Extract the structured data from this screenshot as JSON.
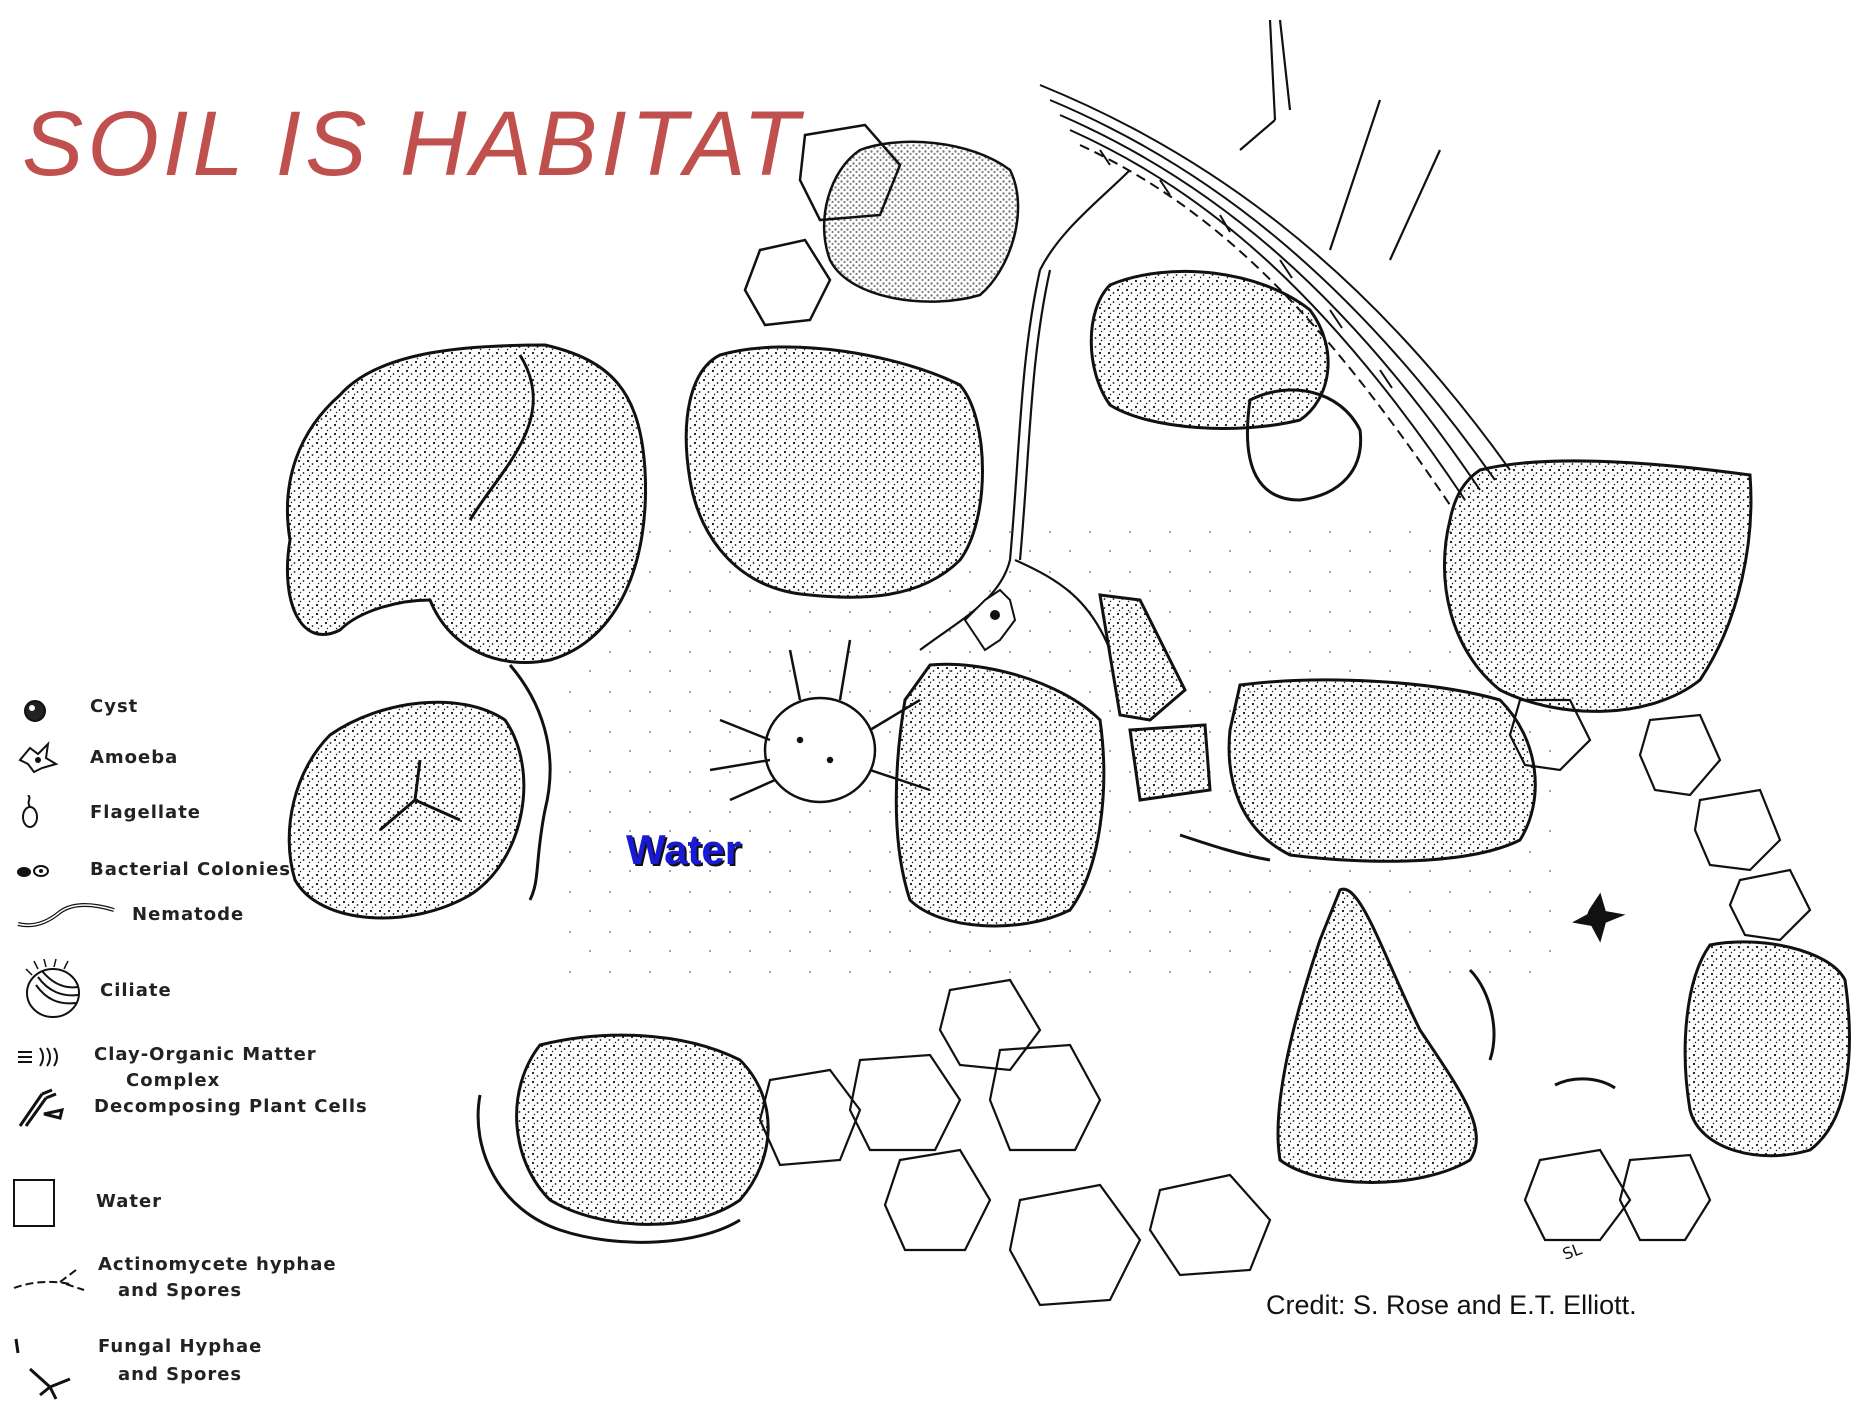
{
  "title": "SOIL IS HABITAT",
  "water_label": "Water",
  "credit": "Credit: S. Rose and E.T. Elliott.",
  "colors": {
    "title": "#c0504d",
    "water_label": "#1a1ad6",
    "ink": "#111111"
  },
  "legend": [
    {
      "icon": "cyst-icon",
      "label": "Cyst"
    },
    {
      "icon": "amoeba-icon",
      "label": "Amoeba"
    },
    {
      "icon": "flagellate-icon",
      "label": "Flagellate"
    },
    {
      "icon": "bacterial-colonies-icon",
      "label": "Bacterial Colonies"
    },
    {
      "icon": "nematode-icon",
      "label": "Nematode"
    },
    {
      "icon": "ciliate-icon",
      "label": "Ciliate"
    },
    {
      "icon": "clay-organic-matter-icon",
      "label": "Clay-Organic Matter",
      "label2": "Complex"
    },
    {
      "icon": "decomposing-plant-cells-icon",
      "label": "Decomposing Plant Cells"
    },
    {
      "icon": "water-icon",
      "label": "Water"
    },
    {
      "icon": "actinomycete-icon",
      "label": "Actinomycete hyphae",
      "label2": "and Spores"
    },
    {
      "icon": "fungal-hyphae-icon",
      "label": "Fungal Hyphae",
      "label2": "and Spores"
    }
  ],
  "signature": "SL"
}
